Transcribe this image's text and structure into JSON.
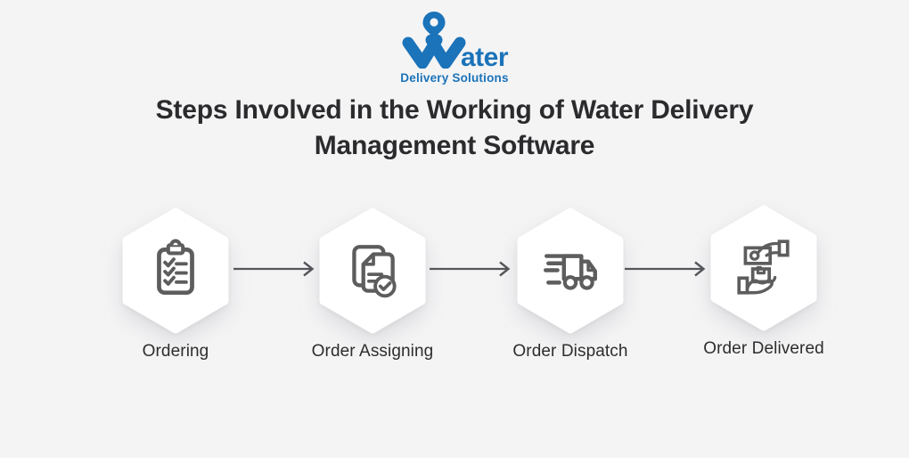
{
  "colors": {
    "background": "#f4f4f5",
    "brand": "#1b73b9",
    "icon": "#5d5d5d",
    "arrow": "#55565a",
    "title": "#2b2b2d",
    "label": "#2d2d2d",
    "hexagon": "#ffffff"
  },
  "logo": {
    "wordmark_suffix": "ater",
    "tagline": "Delivery Solutions"
  },
  "title": {
    "line1": "Steps Involved in the Working of Water Delivery",
    "line2": "Management Software"
  },
  "steps": [
    {
      "label": "Ordering",
      "icon": "clipboard-checklist-icon"
    },
    {
      "label": "Order Assigning",
      "icon": "documents-approved-icon"
    },
    {
      "label": "Order Dispatch",
      "icon": "fast-delivery-truck-icon"
    },
    {
      "label": "Order Delivered",
      "icon": "hand-exchange-package-icon"
    }
  ],
  "connectors": {
    "count": 3,
    "style": "right-arrow"
  }
}
